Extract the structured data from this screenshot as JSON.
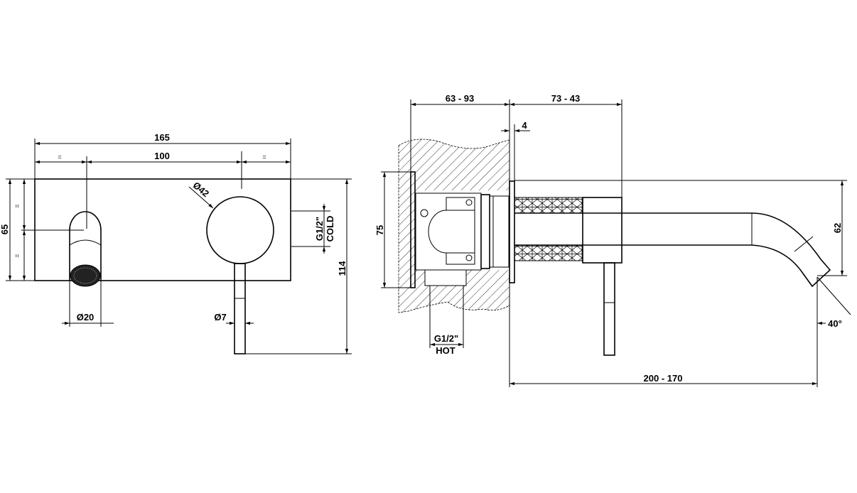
{
  "title": "Wall-mounted single-lever basin mixer — technical drawing",
  "front_view": {
    "dim_total_width": "165",
    "dim_centers": "100",
    "dim_equal_left": "=",
    "dim_equal_right": "=",
    "dim_equal_top": "=",
    "dim_equal_bottom": "=",
    "dim_plate_height": "65",
    "dim_handle_diameter": "Ø42",
    "dim_spout_diameter": "Ø20",
    "dim_lever_diameter": "Ø7",
    "dim_total_height": "114",
    "cold_thread": "G1/2\"",
    "cold_label": "COLD"
  },
  "side_view": {
    "dim_wall_depth": "63 - 93",
    "dim_projection": "73 - 43",
    "dim_flange": "4",
    "dim_body_height": "75",
    "dim_spout_height": "62",
    "dim_spout_reach": "200 - 170",
    "dim_angle": "40°",
    "hot_thread": "G1/2\"",
    "hot_label": "HOT"
  }
}
